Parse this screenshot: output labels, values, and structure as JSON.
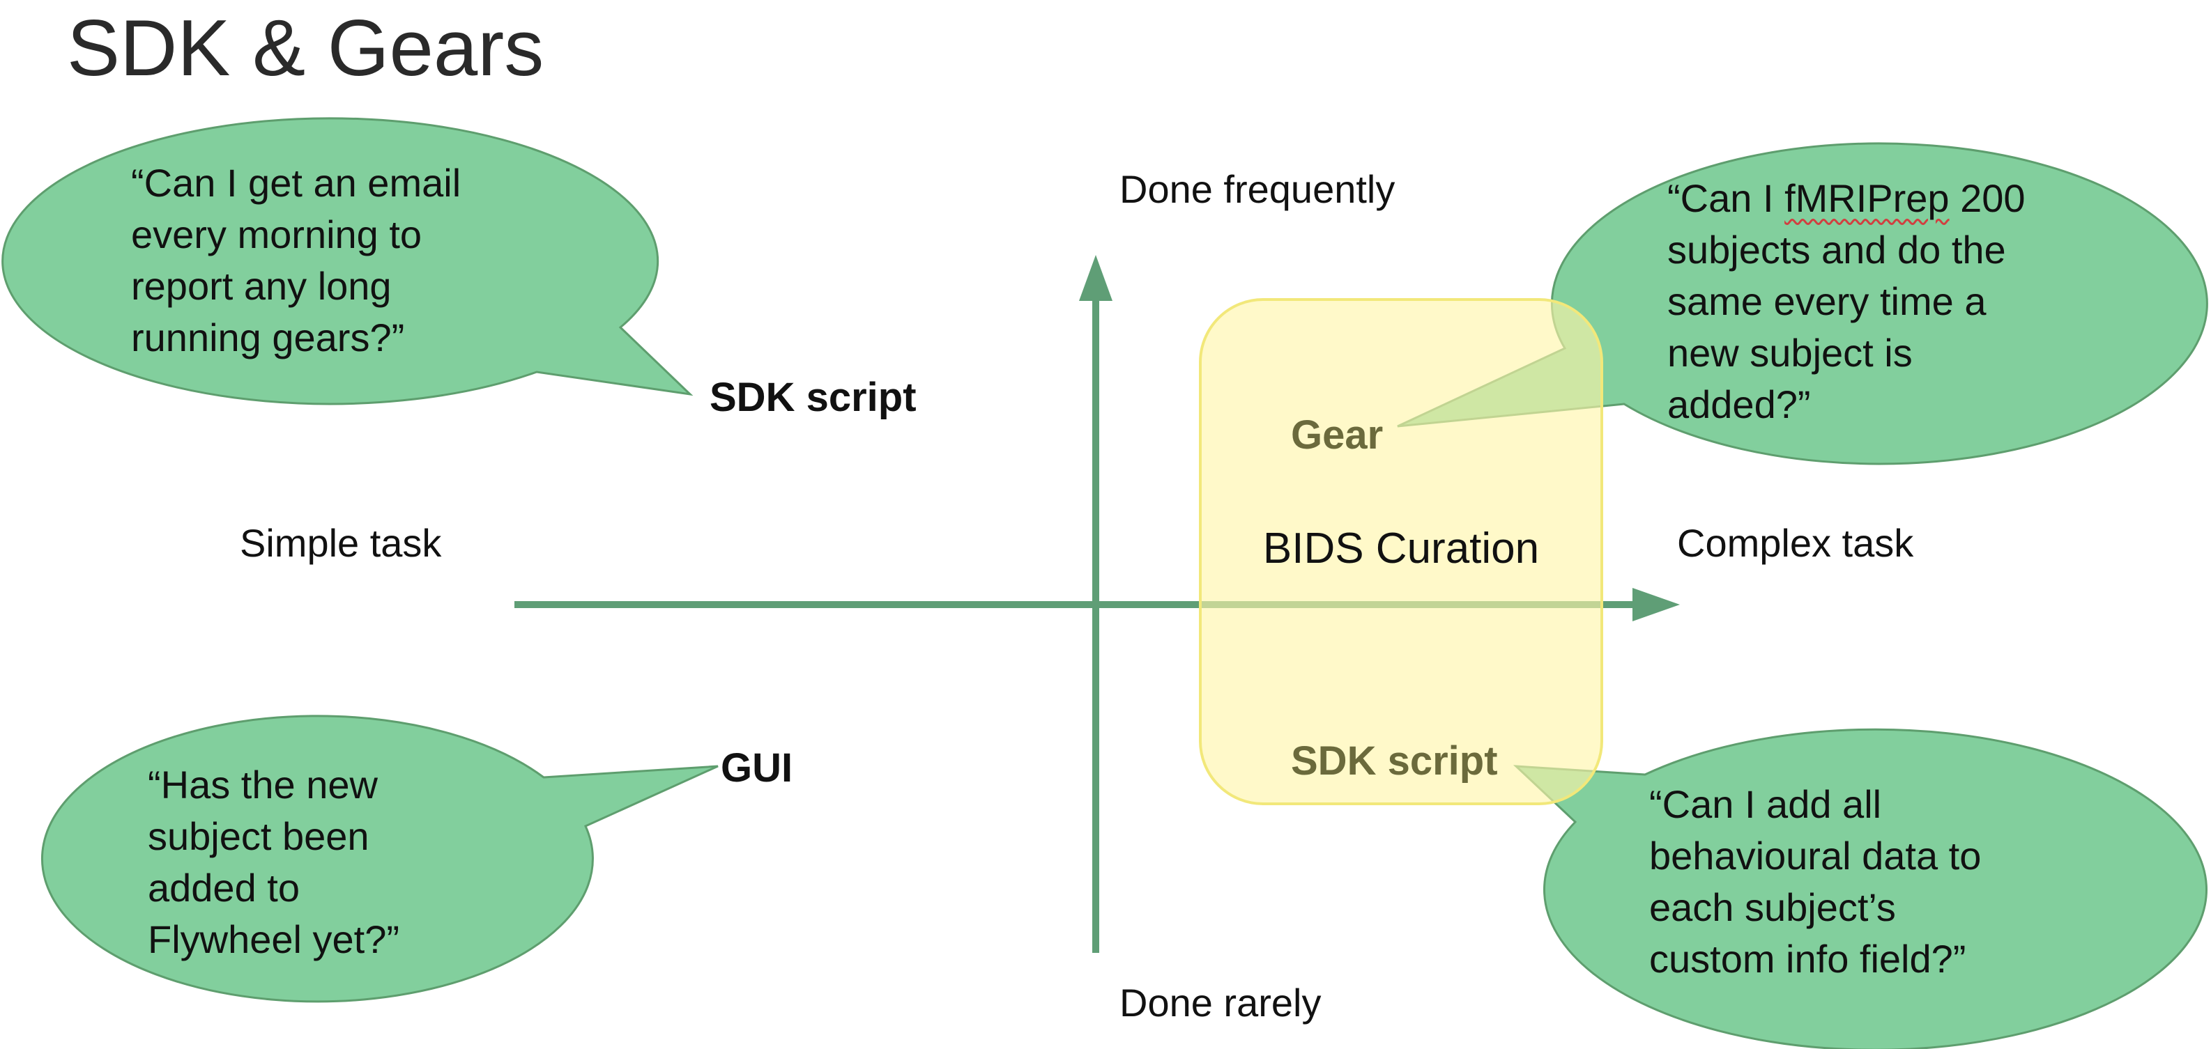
{
  "slide": {
    "title": "SDK & Gears"
  },
  "axes": {
    "top": "Done frequently",
    "bottom": "Done rarely",
    "left": "Simple task",
    "right": "Complex task"
  },
  "region": {
    "label": "BIDS Curation"
  },
  "bubbles": {
    "top_left": {
      "quote": "“Can I get an email\nevery morning to\nreport any long\nrunning gears?”",
      "tag": "SDK script"
    },
    "bottom_left": {
      "quote": "“Has the new\nsubject been\nadded to\nFlywheel yet?”",
      "tag": "GUI"
    },
    "top_right": {
      "quote_pre": "“Can I ",
      "quote_word": "fMRIPrep",
      "quote_post": " 200\nsubjects and do the\nsame every time a\nnew subject is\nadded?”",
      "tag": "Gear"
    },
    "bottom_right": {
      "quote": "“Can I add all\nbehavioural data to\neach subject’s\ncustom info field?”",
      "tag": "SDK script"
    }
  },
  "colors": {
    "bubble_fill": "#82cf9d",
    "bubble_stroke": "#5e9e6e",
    "axis": "#5f9e76",
    "region_fill": "#fff6a8",
    "region_stroke": "#f2e87a"
  }
}
